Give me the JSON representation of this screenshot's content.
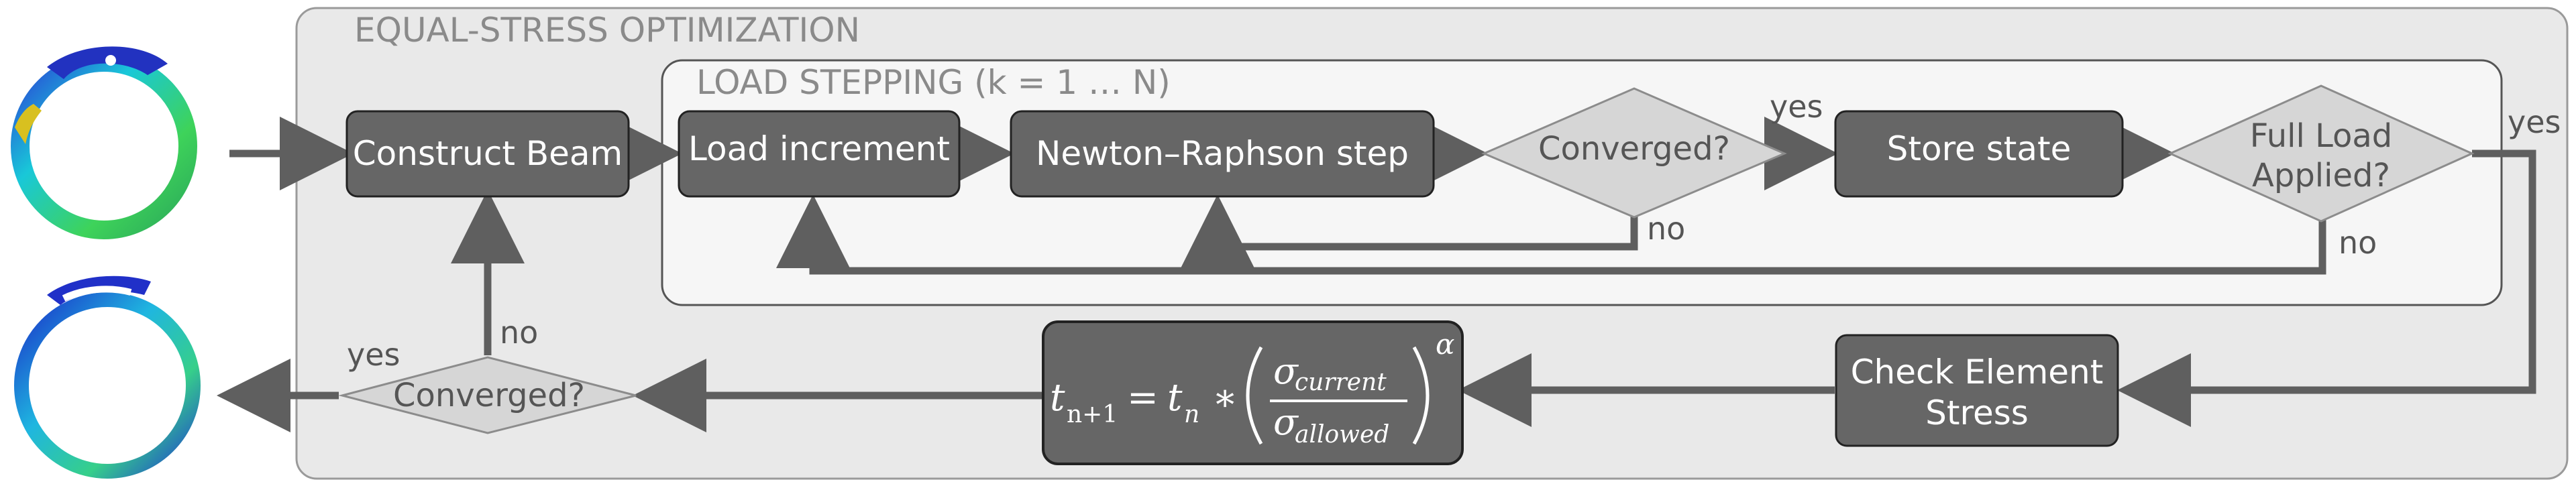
{
  "groups": {
    "outer_title": "EQUAL-STRESS OPTIMIZATION",
    "inner_title": "LOAD STEPPING  (k = 1 … N)"
  },
  "nodes": {
    "construct_beam": "Construct Beam",
    "load_increment": "Load increment",
    "newton_raphson": "Newton–Raphson step",
    "converged_inner": "Converged?",
    "store_state": "Store state",
    "full_load_line1": "Full Load",
    "full_load_line2": "Applied?",
    "check_stress_line1": "Check Element",
    "check_stress_line2": "Stress",
    "converged_outer": "Converged?"
  },
  "edge_labels": {
    "inner_yes": "yes",
    "inner_no": "no",
    "full_load_yes": "yes",
    "full_load_no": "no",
    "outer_yes": "yes",
    "outer_no": "no"
  },
  "formula": {
    "t": "t",
    "n_plus_1": "n+1",
    "n": "n",
    "equals": "=",
    "times": "∗",
    "sigma": "σ",
    "current": "current",
    "allowed": "allowed",
    "alpha": "α"
  },
  "colors": {
    "outer_fill": "#e9e9e9",
    "inner_fill": "#f6f6f6",
    "process_box": "#666666",
    "decision_fill": "#d6d6d6",
    "arrow": "#5f5f5f"
  }
}
